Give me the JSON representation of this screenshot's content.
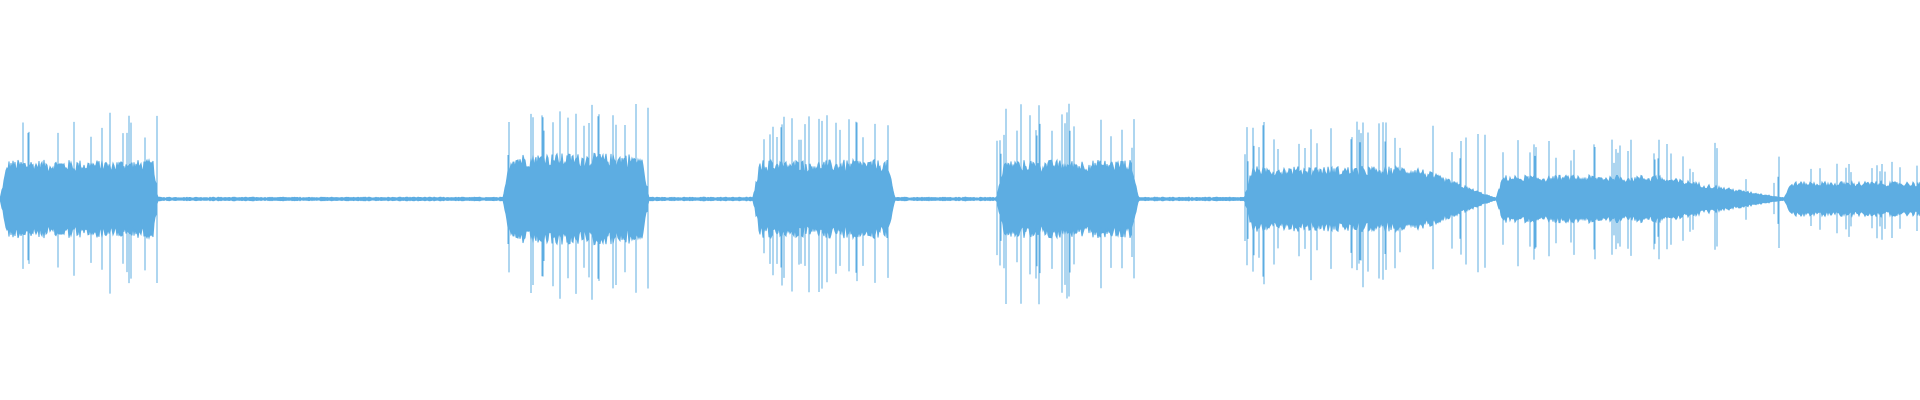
{
  "waveform": {
    "color": "#5dade2",
    "background": "#ffffff",
    "segments": [
      {
        "start": 0.0,
        "end": 0.082,
        "peak": 0.55,
        "sustain": 0.36,
        "attack": 0.004,
        "release": 0.002
      },
      {
        "start": 0.262,
        "end": 0.338,
        "peak": 0.6,
        "sustain": 0.42,
        "attack": 0.004,
        "release": 0.004
      },
      {
        "start": 0.392,
        "end": 0.466,
        "peak": 0.52,
        "sustain": 0.36,
        "attack": 0.004,
        "release": 0.004
      },
      {
        "start": 0.519,
        "end": 0.593,
        "peak": 0.6,
        "sustain": 0.36,
        "attack": 0.004,
        "release": 0.004
      },
      {
        "start": 0.648,
        "end": 0.778,
        "peak": 0.48,
        "sustain": 0.3,
        "attack": 0.004,
        "release": 0.04
      },
      {
        "start": 0.779,
        "end": 0.928,
        "peak": 0.37,
        "sustain": 0.22,
        "attack": 0.004,
        "release": 0.065
      },
      {
        "start": 0.929,
        "end": 1.0,
        "peak": 0.23,
        "sustain": 0.16,
        "attack": 0.004,
        "release": 0.0
      }
    ],
    "floor": 0.015
  }
}
